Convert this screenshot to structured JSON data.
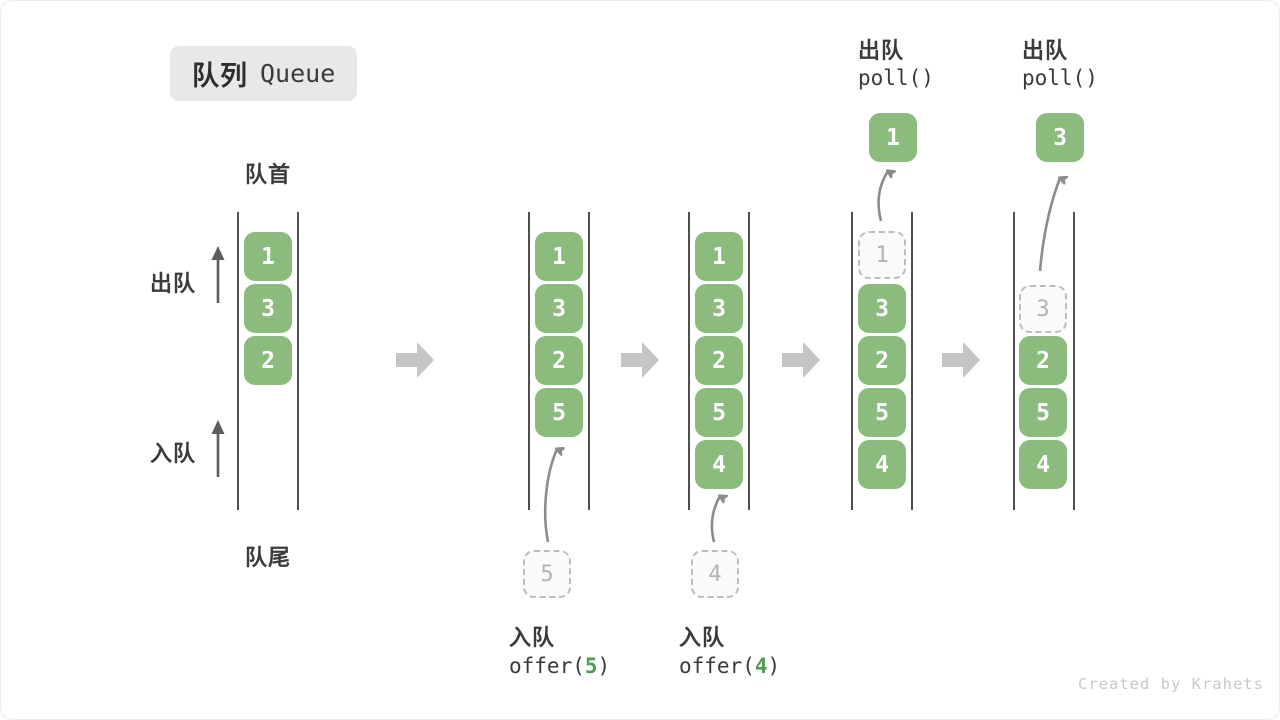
{
  "title": {
    "zh": "队列",
    "en": "Queue"
  },
  "labels": {
    "front": "队首",
    "rear": "队尾",
    "dequeue": "出队",
    "enqueue": "入队"
  },
  "watermark": "Created by Krahets",
  "colors": {
    "box_green": "#8cbb7e",
    "code_arg_green": "#509e50",
    "channel_line": "#4f4f4f",
    "block_arrow_gray": "#c5c5c5",
    "curved_arrow_gray": "#8c8c8c",
    "dashed_gray": "#bdbdbd",
    "title_bg": "#e8e8e8",
    "text_dark": "#3b3b3b",
    "watermark_gray": "#c9c9c9"
  },
  "columns": [
    {
      "boxes": [
        "1",
        "3",
        "2"
      ]
    },
    {
      "boxes": [
        "1",
        "3",
        "2",
        "5"
      ],
      "pending": "5",
      "op_label": "入队",
      "code_open": "offer(",
      "code_arg": "5",
      "code_close": ")"
    },
    {
      "boxes": [
        "1",
        "3",
        "2",
        "5",
        "4"
      ],
      "pending": "4",
      "op_label": "入队",
      "code_open": "offer(",
      "code_arg": "4",
      "code_close": ")"
    },
    {
      "removed": "1",
      "boxes": [
        "3",
        "2",
        "5",
        "4"
      ],
      "result": "1",
      "op_label": "出队",
      "code": "poll()"
    },
    {
      "removed": "3",
      "boxes": [
        "2",
        "5",
        "4"
      ],
      "result": "3",
      "op_label": "出队",
      "code": "poll()"
    }
  ]
}
